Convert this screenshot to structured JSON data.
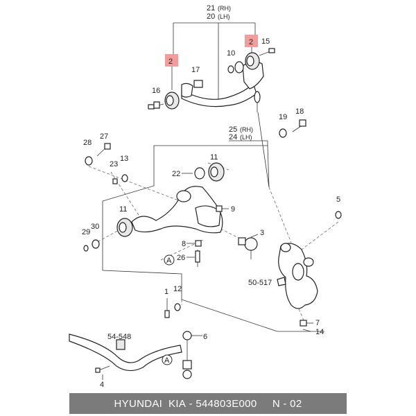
{
  "callouts": {
    "c21": "21",
    "c21s": "(RH)",
    "c20": "20",
    "c20s": "(LH)",
    "c25": "25",
    "c25s": "(RH)",
    "c24": "24",
    "c24s": "(LH)",
    "c2a": "2",
    "c2b": "2",
    "c15": "15",
    "c10": "10",
    "c17": "17",
    "c16": "16",
    "c19": "19",
    "c18": "18",
    "c27": "27",
    "c28": "28",
    "c23": "23",
    "c13": "13",
    "c22": "22",
    "c11a": "11",
    "c11b": "11",
    "c9": "9",
    "c5": "5",
    "c29": "29",
    "c30": "30",
    "c3": "3",
    "c8": "8",
    "cA1": "A",
    "c26": "26",
    "c50": "50-517",
    "c1": "1",
    "c12": "12",
    "c7": "7",
    "c14": "14",
    "c54": "54-548",
    "c6": "6",
    "cA2": "A",
    "c4": "4"
  },
  "footer": {
    "brand": "HYUNDAI  KIA",
    "part_number": "544803E000",
    "page": "N - 02"
  },
  "colors": {
    "highlight": "#f08b8b",
    "footer_bg": "#7b7b7b"
  }
}
